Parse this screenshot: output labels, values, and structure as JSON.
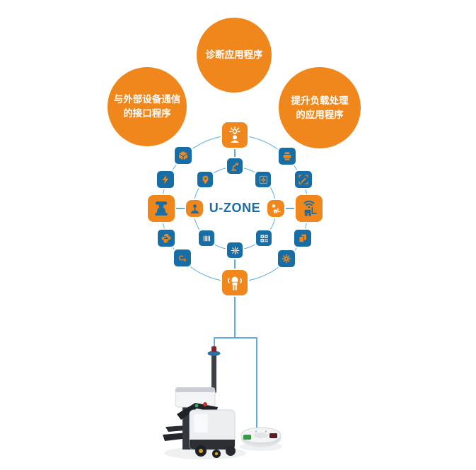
{
  "bubbles": {
    "top": {
      "line1": "诊断应用程序"
    },
    "left": {
      "line1": "与外部设备通信",
      "line2": "的接口程序"
    },
    "right": {
      "line1": "提升负载处理",
      "line2": "的应用程序"
    }
  },
  "hub": {
    "label": "U-ZONE"
  },
  "colors": {
    "bubble_orange": "#F0871C",
    "node_blue": "#176DA6",
    "connector_blue": "#5FAEDC",
    "hub_text_blue": "#1A6CA4"
  },
  "icons": {
    "outer_ring": [
      "idea-person-icon",
      "package-box-icon",
      "printer-icon",
      "lightning-icon",
      "pencil-edit-icon",
      "lidar-scanner-icon",
      "forklift-wireless-icon",
      "python-icon",
      "document-copy-icon",
      "c-language-icon",
      "gear-icon",
      "robot-icon"
    ],
    "inner_ring": [
      "robot-arm-icon",
      "location-pin-icon",
      "gear-module-icon",
      "joystick-icon",
      "forklift-laser-icon",
      "barcode-icon",
      "qr-code-icon",
      "laser-burst-icon"
    ]
  },
  "scene": {
    "vehicle": "automated pallet stacker AGV",
    "device": "mobile sensor disc"
  }
}
